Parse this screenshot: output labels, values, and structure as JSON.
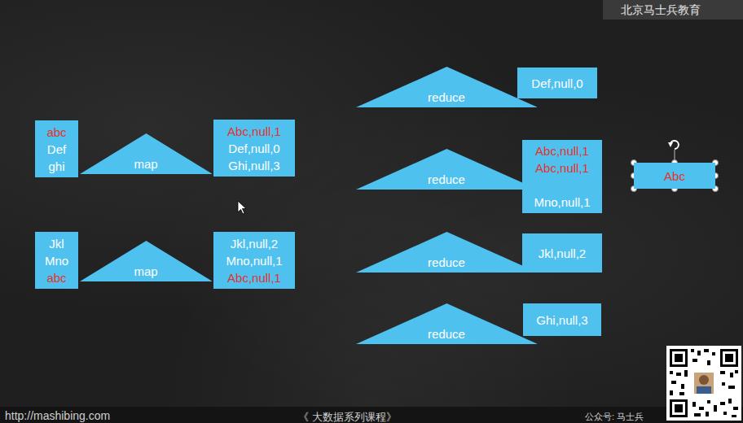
{
  "diagram": {
    "nodes": [
      {
        "text": [
          "abc",
          "Def",
          "ghi"
        ]
      },
      {
        "text": [
          "map"
        ]
      },
      {
        "text": [
          "Abc,null,1",
          "Def,null,0",
          "Ghi,null,3"
        ]
      },
      {
        "text": [
          "Jkl",
          "Mno",
          "abc"
        ]
      },
      {
        "text": [
          "map"
        ]
      },
      {
        "text": [
          "Jkl,null,2",
          "Mno,null,1",
          "Abc,null,1"
        ]
      },
      {
        "text": [
          "reduce"
        ]
      },
      {
        "text": [
          "Def,null,0"
        ]
      },
      {
        "text": [
          "reduce"
        ]
      },
      {
        "text": [
          "Abc,null,1",
          "Abc,null,1",
          "Mno,null,1"
        ]
      },
      {
        "text": [
          "reduce"
        ]
      },
      {
        "text": [
          "Jkl,null,2"
        ]
      },
      {
        "text": [
          "reduce"
        ]
      },
      {
        "text": [
          "Ghi,null,3"
        ]
      },
      {
        "text": [
          "Abc"
        ]
      }
    ],
    "labels": [
      "北京马士兵教育",
      "http://mashibing.com",
      "《 大数据系列课程》",
      "公众号: 马士兵"
    ]
  }
}
